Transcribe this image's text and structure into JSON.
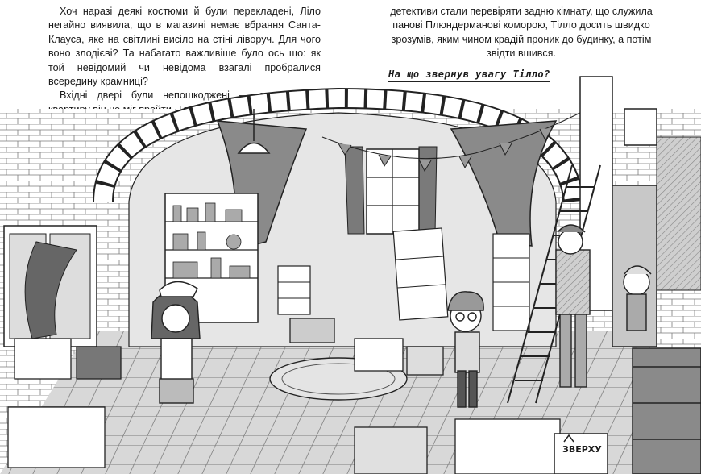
{
  "left_column": {
    "para1": "Хоч наразі деякі костюми й були перекладені, Ліло негайно виявила, що в магазині немає вбрання Санта-Клауса, яке на світлині висіло на стіні ліворуч. Для чого воно злодієві? Та набагато важливіше було ось що: як той невідомий чи невідома взагалі пробралися всередину крамниці?",
    "para2": "Вхідні двері були непошкоджені — отже, через квартиру він не міг пройти. Та, коли"
  },
  "right_column": {
    "para1": "детективи стали перевіряти задню кімнату, що служила панові Плюндермановi коморою, Тілло досить швидко зрозумів, яким чином крадій проник до будинку, а потім звідти вшився."
  },
  "question": "На що звернув увагу Тілло?",
  "box_label": "ЗВЕРХУ",
  "colors": {
    "ink": "#1a1a1a",
    "tone": "#bdbdbd",
    "dark_tone": "#6e6e6e",
    "paper": "#ffffff"
  }
}
